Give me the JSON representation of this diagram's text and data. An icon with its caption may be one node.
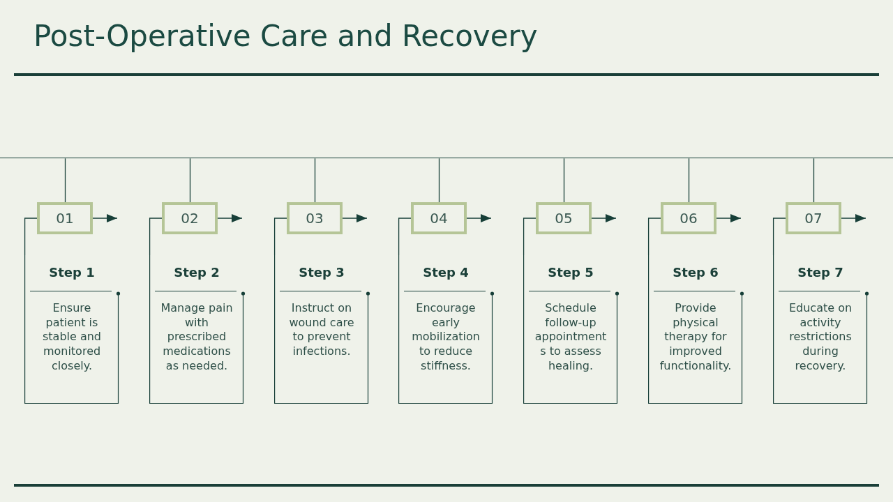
{
  "diagram": {
    "title": "Post-Operative Care and Recovery",
    "nodes": [
      {
        "text": [],
        "shape": "bar"
      },
      {
        "text": [
          "01"
        ]
      },
      {
        "text": [
          "Step 1",
          "Ensure patient is stable and monitored closely."
        ]
      },
      {
        "text": [
          "02"
        ]
      },
      {
        "text": [
          "Step 2",
          "Manage pain with prescribed medications as needed."
        ]
      },
      {
        "text": [
          "03"
        ]
      },
      {
        "text": [
          "Step 3",
          "Instruct on wound care to prevent infections."
        ]
      },
      {
        "text": [
          "04"
        ]
      },
      {
        "text": [
          "Step 4",
          "Encourage early mobilization to reduce stiffness."
        ]
      },
      {
        "text": [
          "05"
        ]
      },
      {
        "text": [
          "Step 5",
          "Schedule follow-up appointments to assess healing."
        ]
      },
      {
        "text": [
          "06"
        ]
      },
      {
        "text": [
          "Step 6",
          "Provide physical therapy for improved functionality."
        ]
      },
      {
        "text": [
          "07"
        ]
      },
      {
        "text": [
          "Step 7",
          "Educate on activity restrictions during recovery."
        ]
      }
    ],
    "edges": [
      {
        "from": 0,
        "to": 1,
        "arrow": "none"
      },
      {
        "from": 0,
        "to": 3,
        "arrow": "none"
      },
      {
        "from": 0,
        "to": 5,
        "arrow": "none"
      },
      {
        "from": 0,
        "to": 7,
        "arrow": "none"
      },
      {
        "from": 0,
        "to": 9,
        "arrow": "none"
      },
      {
        "from": 0,
        "to": 11,
        "arrow": "none"
      },
      {
        "from": 0,
        "to": 13,
        "arrow": "none"
      },
      {
        "from": 1,
        "to": null,
        "arrow": "to"
      },
      {
        "from": 3,
        "to": null,
        "arrow": "to"
      },
      {
        "from": 5,
        "to": null,
        "arrow": "to"
      },
      {
        "from": 7,
        "to": null,
        "arrow": "to"
      },
      {
        "from": 9,
        "to": null,
        "arrow": "to"
      },
      {
        "from": 11,
        "to": null,
        "arrow": "to"
      },
      {
        "from": 13,
        "to": null,
        "arrow": "to"
      },
      {
        "from": 1,
        "to": 2,
        "arrow": "none"
      },
      {
        "from": 3,
        "to": 4,
        "arrow": "none"
      },
      {
        "from": 5,
        "to": 6,
        "arrow": "none"
      },
      {
        "from": 7,
        "to": 8,
        "arrow": "none"
      },
      {
        "from": 9,
        "to": 10,
        "arrow": "none"
      },
      {
        "from": 11,
        "to": 12,
        "arrow": "none"
      },
      {
        "from": 13,
        "to": 14,
        "arrow": "none"
      }
    ]
  }
}
